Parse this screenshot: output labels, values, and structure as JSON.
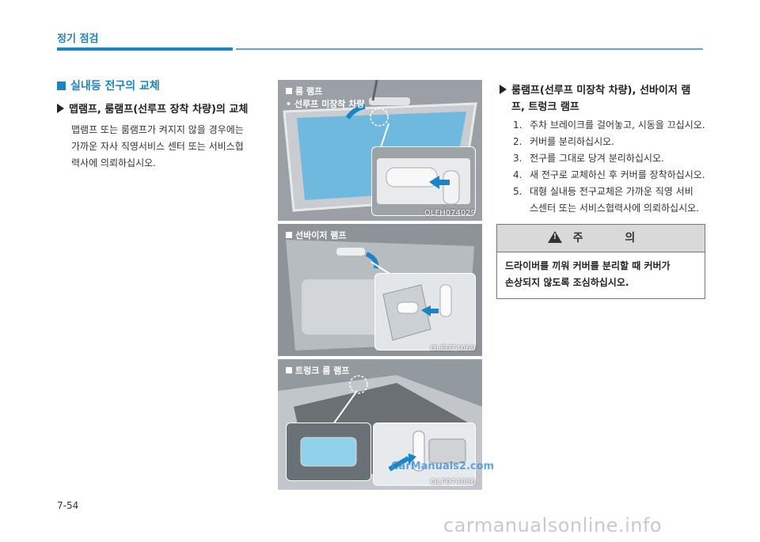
{
  "header": {
    "section": "정기 점검"
  },
  "left": {
    "heading": "실내등 전구의 교체",
    "subheading": "맵램프, 룸램프(선루프 장착 차량)의 교체",
    "body_lines": [
      "맵램프 또는 룸램프가 켜지지 않을 경우에는",
      "가까운 자사 직영서비스 센터 또는 서비스협",
      "력사에 의뢰하십시오."
    ]
  },
  "figures": [
    {
      "caption": "룸 램프",
      "bullet": "선루프 미장착 차량",
      "code": "OLFH074029"
    },
    {
      "caption": "선바이저 램프",
      "code": "OLE074069"
    },
    {
      "caption": "트렁크 룸 램프",
      "code": "OLF074056"
    }
  ],
  "right": {
    "subheading_lines": [
      "룸램프(선루프 미장착 차량), 선바이저 램",
      "프, 트렁크 램프"
    ],
    "steps": [
      {
        "num": "1.",
        "lines": [
          "주차 브레이크를 걸어놓고, 시동을 끄십시오."
        ]
      },
      {
        "num": "2.",
        "lines": [
          "커버를 분리하십시오."
        ]
      },
      {
        "num": "3.",
        "lines": [
          "전구를 그대로 당겨 분리하십시오."
        ]
      },
      {
        "num": "4.",
        "lines": [
          "새 전구로 교체하신 후 커버를 장착하십시오."
        ]
      },
      {
        "num": "5.",
        "lines": [
          "대형 실내등 전구교체은 가까운 직영 서비",
          "스센터 또는 서비스협력사에 의뢰하십시오."
        ]
      }
    ],
    "caution": {
      "title": "주 의",
      "body_lines": [
        "드라이버를 끼워 커버를 분리할 때 커버가",
        "손상되지 않도록 조심하십시오."
      ]
    }
  },
  "page_number": "7-54",
  "watermark": "CarManuals2.com",
  "footer_watermark": "carmanualsonline.info",
  "colors": {
    "accent": "#1a84c6",
    "figure_bg": "#8f959b"
  }
}
